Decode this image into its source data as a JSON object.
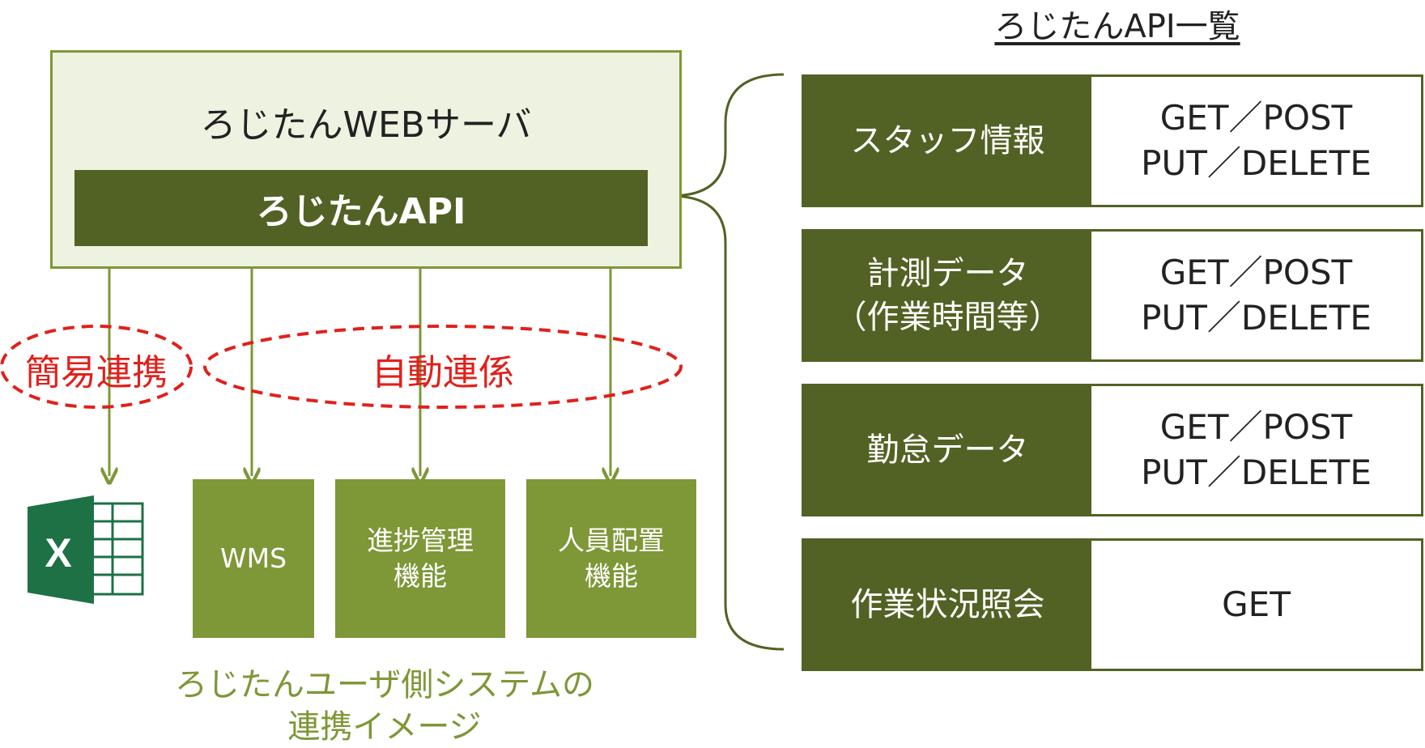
{
  "server": {
    "title": "ろじたんWEBサーバ",
    "api_label": "ろじたんAPI"
  },
  "links": {
    "simple": "簡易連携",
    "auto": "自動連係"
  },
  "systems": [
    {
      "lines": [
        "WMS"
      ]
    },
    {
      "lines": [
        "進捗管理",
        "機能"
      ]
    },
    {
      "lines": [
        "人員配置",
        "機能"
      ]
    }
  ],
  "caption": [
    "ろじたんユーザ側システムの",
    "連携イメージ"
  ],
  "api_list": {
    "title": "ろじたんAPI一覧",
    "rows": [
      {
        "name": [
          "スタッフ情報"
        ],
        "methods": [
          "GET／POST",
          "PUT／DELETE"
        ]
      },
      {
        "name": [
          "計測データ",
          "（作業時間等）"
        ],
        "methods": [
          "GET／POST",
          "PUT／DELETE"
        ]
      },
      {
        "name": [
          "勤怠データ"
        ],
        "methods": [
          "GET／POST",
          "PUT／DELETE"
        ]
      },
      {
        "name": [
          "作業状況照会"
        ],
        "methods": [
          "GET"
        ]
      }
    ]
  },
  "colors": {
    "dark_green": "#526224",
    "olive": "#7e9737",
    "light_green_bg": "#eef2e0",
    "dash_red": "#e0201b",
    "excel_green": "#1e7145"
  },
  "icons": {
    "excel": "excel-icon"
  }
}
